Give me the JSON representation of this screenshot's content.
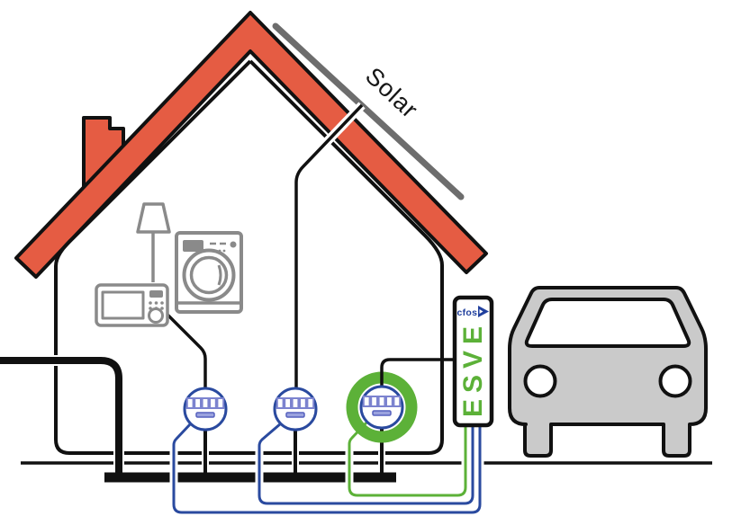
{
  "solar": {
    "label": "Solar"
  },
  "wallbox": {
    "brand": "cfos",
    "label": "EVSE",
    "letters": [
      "E",
      "V",
      "S",
      "E"
    ]
  },
  "meters": {
    "count": 3,
    "display_cells_per_meter": 5,
    "highlighted": "evse-meter"
  },
  "palette": {
    "roof_red": "#e55c43",
    "green": "#5cb138",
    "meter_blue": "#2a4a9f",
    "logo_blue": "#21409e",
    "display_cell_blue": "#7c83cf",
    "display_bar_blue": "#9aa2de",
    "appliance_gray": "#8a8a8a",
    "solar_panel_gray": "#6d6d6d",
    "car_gray": "#cacaca",
    "line_black": "#111111"
  }
}
